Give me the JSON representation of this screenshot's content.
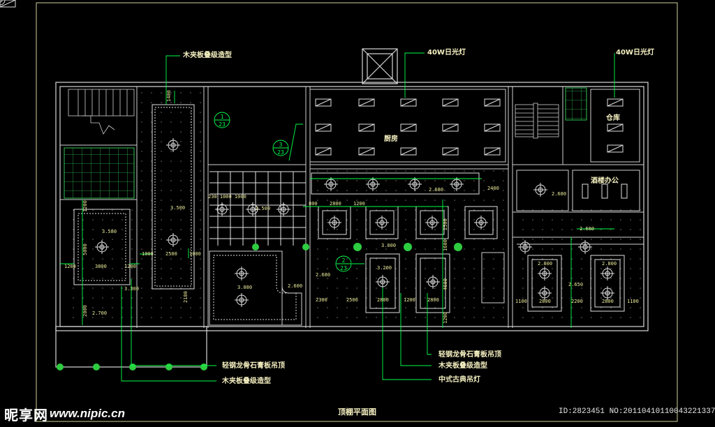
{
  "drawing": {
    "title": "顶棚平面图",
    "rooms": {
      "kitchen": "厨房",
      "storage": "仓库",
      "office": "酒楼办公"
    },
    "callouts": {
      "top_left": "木夹板叠级造型",
      "top_mid": "40W日光灯",
      "top_right": "40W日光灯",
      "bottom_left_1": "轻钢龙骨石膏板吊顶",
      "bottom_left_2": "木夹板叠级造型",
      "bottom_mid_1": "轻钢龙骨石膏板吊顶",
      "bottom_mid_2": "木夹板叠级造型",
      "bottom_mid_3": "中式古典吊灯"
    },
    "sections": {
      "s1_num": "1",
      "s1_ref": "23",
      "s2_num": "3",
      "s2_ref": "23",
      "s3_num": "2",
      "s3_ref": "23"
    },
    "dims": {
      "d1": "1400",
      "d2": "3.500",
      "d3": "1000",
      "d4": "2500",
      "d5": "1000",
      "d6": "3.580",
      "d7": "1200",
      "d8": "3800",
      "d9": "1200",
      "d10": "3.300",
      "d11": "2.700",
      "d12": "2180",
      "d13": "1200",
      "d14": "5000",
      "d15": "2000",
      "d16": "230 1000 1000",
      "d17": "3.500",
      "d18": "3.080",
      "d19": "2.600",
      "d20": "2.680",
      "d21": "2400",
      "d22": "800",
      "d23": "2800",
      "d24": "1200",
      "d25": "2500",
      "d26": "3.000",
      "d27": "1600",
      "d28": "3.200",
      "d29": "2.680",
      "d30": "2300",
      "d31": "2500",
      "d32": "2800",
      "d33": "1200",
      "d34": "2800",
      "d35": "4600",
      "d36": "1200",
      "d37": "2.680",
      "d38": "2.680",
      "d39": "2.800",
      "d40": "2.800",
      "d41": "2.650",
      "d42": "1100",
      "d43": "2800",
      "d44": "2200",
      "d45": "2800",
      "d46": "1100"
    }
  },
  "watermark": {
    "brand": "昵享网",
    "url": "www.nipic.cn"
  },
  "image_id": "ID:2823451 NO:20110410110043221337",
  "colors": {
    "background": "#000000",
    "walls": "#d9d9d9",
    "annotation": "#00ff4c",
    "grid": "#e6e6e6",
    "labels": "#f5f0c0"
  }
}
